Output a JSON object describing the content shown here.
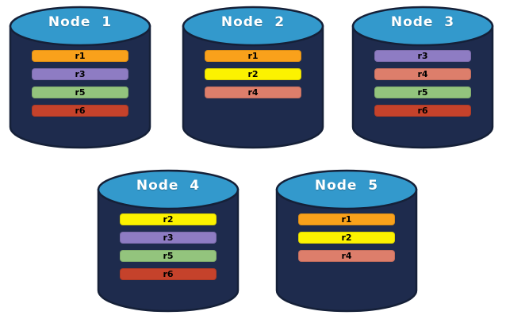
{
  "diagram": {
    "description_colors": {
      "cylinder_body": "#1E2B4D",
      "cylinder_top": "#3399CC",
      "cylinder_outline": "#152038",
      "title_text": "#FFFFFF",
      "bar_text": "#000000"
    }
  },
  "colors": {
    "cylinder_body": "#1E2B4D",
    "cylinder_top": "#3399CC"
  },
  "nodes": [
    {
      "label": "Node  1",
      "replicas": [
        {
          "label": "r1",
          "color": "#F9A11B"
        },
        {
          "label": "r3",
          "color": "#8E7CC3"
        },
        {
          "label": "r5",
          "color": "#93C47D"
        },
        {
          "label": "r6",
          "color": "#C5422B"
        }
      ]
    },
    {
      "label": "Node  2",
      "replicas": [
        {
          "label": "r1",
          "color": "#F9A11B"
        },
        {
          "label": "r2",
          "color": "#FCF200"
        },
        {
          "label": "r4",
          "color": "#DD7E6B"
        }
      ]
    },
    {
      "label": "Node  3",
      "replicas": [
        {
          "label": "r3",
          "color": "#8E7CC3"
        },
        {
          "label": "r4",
          "color": "#DD7E6B"
        },
        {
          "label": "r5",
          "color": "#93C47D"
        },
        {
          "label": "r6",
          "color": "#C5422B"
        }
      ]
    },
    {
      "label": "Node  4",
      "replicas": [
        {
          "label": "r2",
          "color": "#FCF200"
        },
        {
          "label": "r3",
          "color": "#8E7CC3"
        },
        {
          "label": "r5",
          "color": "#93C47D"
        },
        {
          "label": "r6",
          "color": "#C5422B"
        }
      ]
    },
    {
      "label": "Node  5",
      "replicas": [
        {
          "label": "r1",
          "color": "#F9A11B"
        },
        {
          "label": "r2",
          "color": "#FCF200"
        },
        {
          "label": "r4",
          "color": "#DD7E6B"
        }
      ]
    }
  ]
}
